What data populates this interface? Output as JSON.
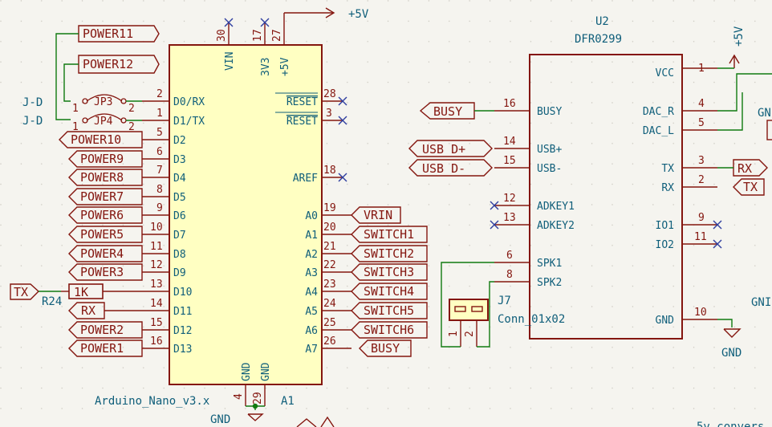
{
  "arduino": {
    "ref": "A1",
    "value": "Arduino_Nano_v3.x",
    "left_pins": [
      {
        "num": "2",
        "name": "D0/RX"
      },
      {
        "num": "1",
        "name": "D1/TX"
      },
      {
        "num": "5",
        "name": "D2"
      },
      {
        "num": "6",
        "name": "D3"
      },
      {
        "num": "7",
        "name": "D4"
      },
      {
        "num": "8",
        "name": "D5"
      },
      {
        "num": "9",
        "name": "D6"
      },
      {
        "num": "10",
        "name": "D7"
      },
      {
        "num": "11",
        "name": "D8"
      },
      {
        "num": "12",
        "name": "D9"
      },
      {
        "num": "13",
        "name": "D10"
      },
      {
        "num": "14",
        "name": "D11"
      },
      {
        "num": "15",
        "name": "D12"
      },
      {
        "num": "16",
        "name": "D13"
      }
    ],
    "right_pins": [
      {
        "num": "28",
        "name": "RESET"
      },
      {
        "num": "3",
        "name": "RESET"
      },
      {
        "num": "18",
        "name": "AREF"
      },
      {
        "num": "19",
        "name": "A0"
      },
      {
        "num": "20",
        "name": "A1"
      },
      {
        "num": "21",
        "name": "A2"
      },
      {
        "num": "22",
        "name": "A3"
      },
      {
        "num": "23",
        "name": "A4"
      },
      {
        "num": "24",
        "name": "A5"
      },
      {
        "num": "25",
        "name": "A6"
      },
      {
        "num": "26",
        "name": "A7"
      }
    ],
    "top_pins": [
      {
        "num": "30",
        "name": "VIN"
      },
      {
        "num": "17",
        "name": "3V3"
      },
      {
        "num": "27",
        "name": "+5V"
      }
    ],
    "bottom_pins": [
      {
        "num": "4",
        "name": "GND"
      },
      {
        "num": "29",
        "name": "GND"
      }
    ]
  },
  "dfplayer": {
    "ref": "U2",
    "value": "DFR0299",
    "left_pins": [
      {
        "num": "16",
        "name": "BUSY"
      },
      {
        "num": "14",
        "name": "USB+"
      },
      {
        "num": "15",
        "name": "USB-"
      },
      {
        "num": "12",
        "name": "ADKEY1"
      },
      {
        "num": "13",
        "name": "ADKEY2"
      },
      {
        "num": "6",
        "name": "SPK1"
      },
      {
        "num": "8",
        "name": "SPK2"
      }
    ],
    "right_pins": [
      {
        "num": "1",
        "name": "VCC"
      },
      {
        "num": "4",
        "name": "DAC_R"
      },
      {
        "num": "5",
        "name": "DAC_L"
      },
      {
        "num": "3",
        "name": "TX"
      },
      {
        "num": "2",
        "name": "RX"
      },
      {
        "num": "9",
        "name": "IO1"
      },
      {
        "num": "11",
        "name": "IO2"
      },
      {
        "num": "10",
        "name": "GND"
      }
    ]
  },
  "connector": {
    "ref": "J7",
    "value": "Conn_01x02",
    "pins": [
      "1",
      "2"
    ]
  },
  "resistor": {
    "ref": "R24",
    "value": "1K"
  },
  "jumpers": [
    {
      "ref": "JP3",
      "left": "1",
      "right": "2",
      "label": "J-D"
    },
    {
      "ref": "JP4",
      "left": "1",
      "right": "2",
      "label": "J-D"
    }
  ],
  "power": {
    "plus5v": "+5V",
    "gnd": "GND",
    "gn_partial": "GN",
    "gn_partial2": "GNI",
    "footer_partial": "5v convers"
  },
  "labels": {
    "power_top": [
      "POWER11",
      "POWER12"
    ],
    "d_left": [
      "POWER10",
      "POWER9",
      "POWER8",
      "POWER7",
      "POWER6",
      "POWER5",
      "POWER4",
      "POWER3"
    ],
    "tx": "TX",
    "rx": "RX",
    "d12": "POWER2",
    "d13": "POWER1",
    "analog": [
      "VRIN",
      "SWITCH1",
      "SWITCH2",
      "SWITCH3",
      "SWITCH4",
      "SWITCH5",
      "SWITCH6",
      "BUSY"
    ],
    "df_left": [
      "BUSY",
      "USB D+",
      "USB D-"
    ],
    "df_right": [
      "RX",
      "TX"
    ]
  }
}
